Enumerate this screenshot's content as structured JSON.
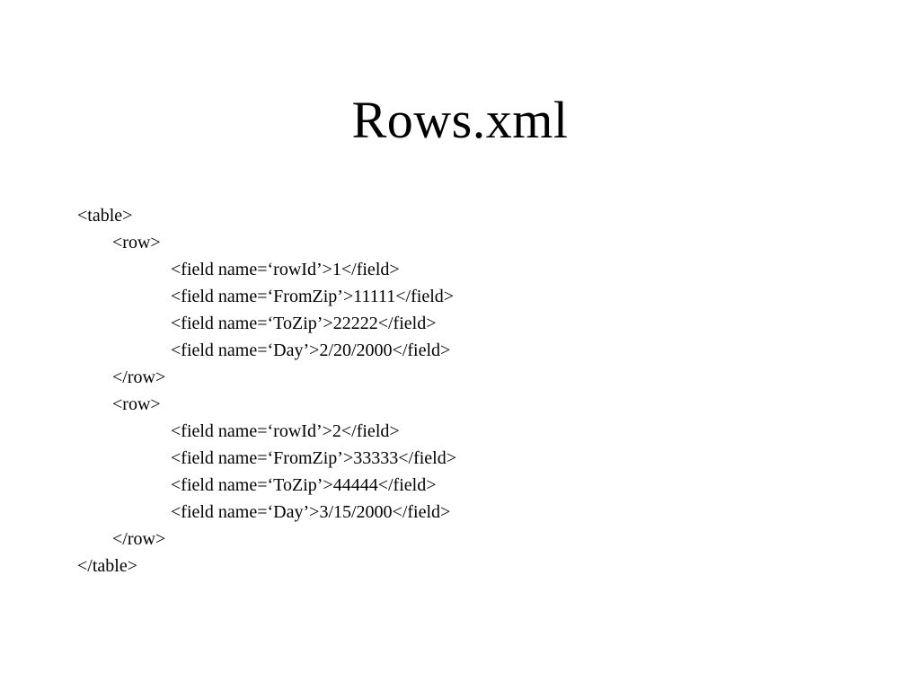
{
  "slide": {
    "title": "Rows.xml",
    "lines": [
      {
        "indent": 0,
        "text": "<table>"
      },
      {
        "indent": 1,
        "text": "<row>"
      },
      {
        "indent": 2,
        "text": "<field name=‘rowId’>1</field>"
      },
      {
        "indent": 2,
        "text": "<field name=‘FromZip’>11111</field>"
      },
      {
        "indent": 2,
        "text": "<field name=‘ToZip’>22222</field>"
      },
      {
        "indent": 2,
        "text": "<field name=‘Day’>2/20/2000</field>"
      },
      {
        "indent": 1,
        "text": "</row>"
      },
      {
        "indent": 1,
        "text": "<row>"
      },
      {
        "indent": 2,
        "text": "<field name=‘rowId’>2</field>"
      },
      {
        "indent": 2,
        "text": "<field name=‘FromZip’>33333</field>"
      },
      {
        "indent": 2,
        "text": "<field name=‘ToZip’>44444</field>"
      },
      {
        "indent": 2,
        "text": "<field name=‘Day’>3/15/2000</field>"
      },
      {
        "indent": 1,
        "text": "</row>"
      },
      {
        "indent": 0,
        "text": "</table>"
      }
    ]
  }
}
